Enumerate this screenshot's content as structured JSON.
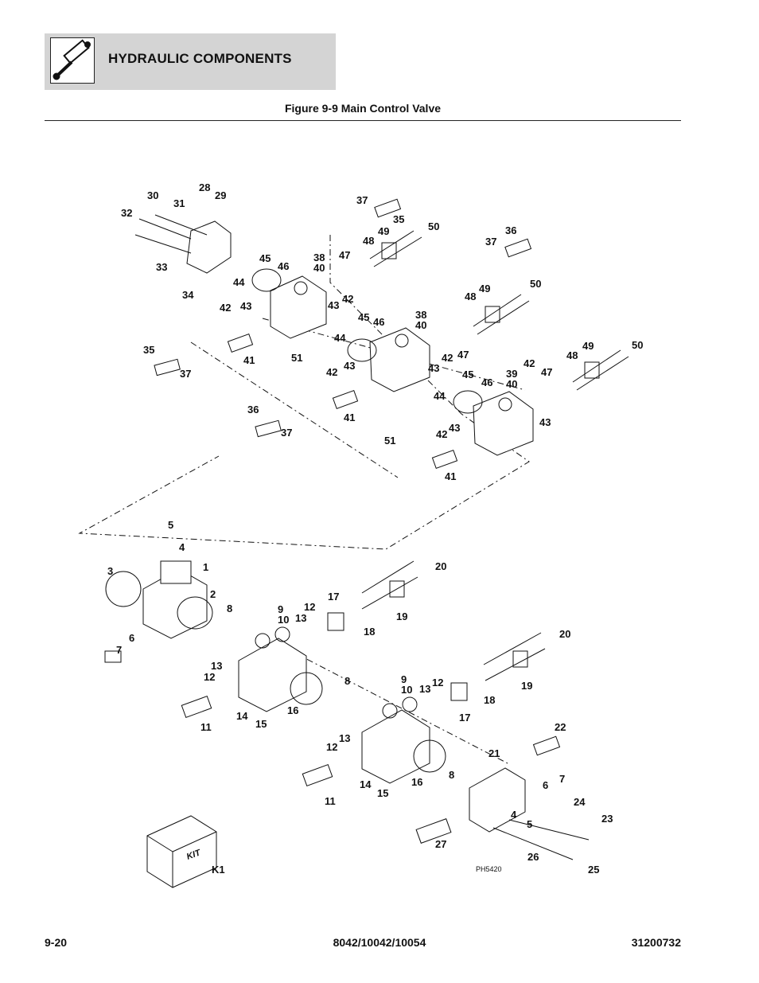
{
  "header": {
    "section_title": "HYDRAULIC COMPONENTS",
    "icon": "hydraulic-cylinder-icon"
  },
  "figure": {
    "title": "Figure 9-9 Main Control Valve",
    "photo_ref": "PH5420",
    "callouts": [
      "1",
      "2",
      "3",
      "4",
      "5",
      "6",
      "7",
      "8",
      "9",
      "10",
      "11",
      "12",
      "13",
      "14",
      "15",
      "16",
      "17",
      "18",
      "19",
      "20",
      "21",
      "22",
      "23",
      "24",
      "25",
      "26",
      "27",
      "28",
      "29",
      "30",
      "31",
      "32",
      "33",
      "34",
      "35",
      "36",
      "37",
      "38",
      "39",
      "40",
      "41",
      "42",
      "43",
      "44",
      "45",
      "46",
      "47",
      "48",
      "49",
      "50",
      "51",
      "K1"
    ],
    "kit_label": "KIT"
  },
  "footer": {
    "page_number": "9-20",
    "models": "8042/10042/10054",
    "doc_number": "31200732"
  }
}
